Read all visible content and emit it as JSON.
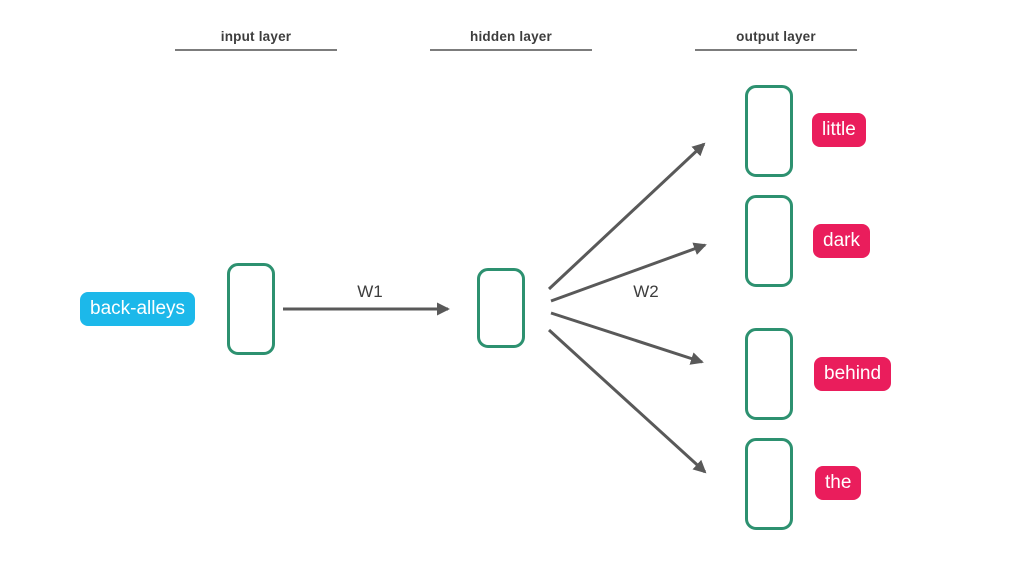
{
  "headers": {
    "input": "input layer",
    "hidden": "hidden layer",
    "output": "output layer"
  },
  "input_word": "back-alleys",
  "weights": {
    "w1": "W1",
    "w2": "W2"
  },
  "output_words": [
    "little",
    "dark",
    "behind",
    "the"
  ],
  "colors": {
    "node_border": "#2d9170",
    "input_badge_bg": "#1cb8ea",
    "output_badge_bg": "#ea1d5c",
    "badge_text": "#ffffff",
    "arrow": "#595959",
    "header_text": "#3d3d3d",
    "underline": "#7c7c7c",
    "weight_text": "#3d3d3d"
  }
}
